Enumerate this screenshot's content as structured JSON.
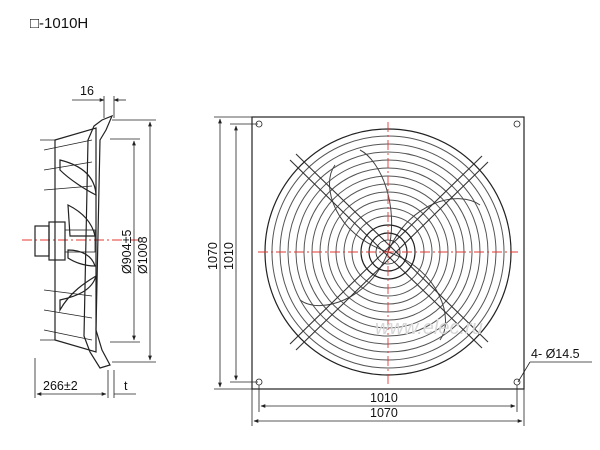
{
  "title": "□-1010H",
  "dimensions": {
    "side_top": "16",
    "side_dia_inner": "Ø904±5",
    "side_dia_outer": "Ø1008",
    "side_depth": "266±2",
    "side_t": "t",
    "front_height_outer": "1070",
    "front_height_inner": "1010",
    "front_width_inner": "1010",
    "front_width_outer": "1070",
    "holes": "4- Ø14.5"
  },
  "watermark": "www.elec.ru",
  "colors": {
    "centerline": "#e53935",
    "line": "#222222"
  }
}
